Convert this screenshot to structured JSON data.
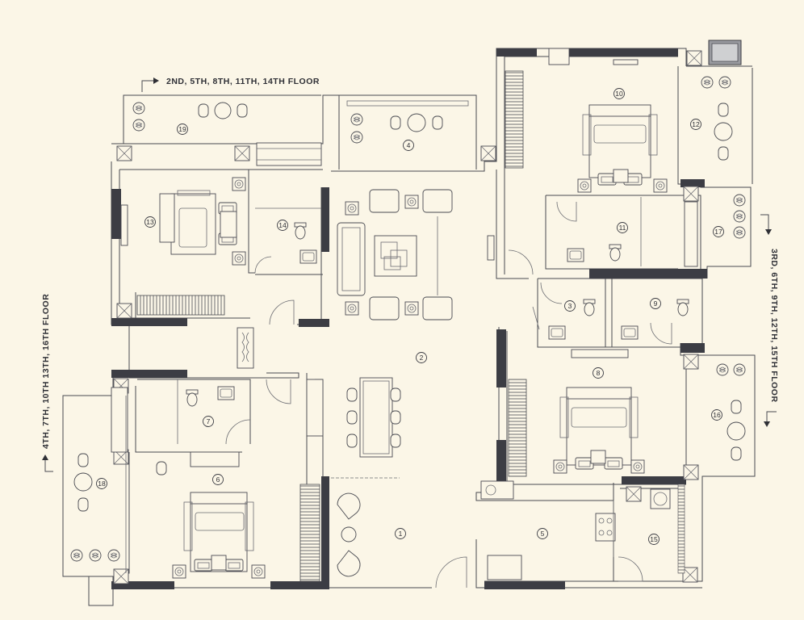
{
  "floor_labels": {
    "top": "2ND, 5TH, 8TH, 11TH, 14TH  FLOOR",
    "left": "4TH, 7TH, 10TH 13TH, 16TH  FLOOR",
    "right": "3RD, 6TH, 9TH, 12TH, 15TH  FLOOR"
  },
  "rooms": [
    "1",
    "2",
    "3",
    "4",
    "5",
    "6",
    "7",
    "8",
    "9",
    "10",
    "11",
    "12",
    "13",
    "14",
    "15",
    "16",
    "17",
    "18",
    "19"
  ],
  "colors": {
    "background": "#fbf6e7",
    "wall": "#3c3d44",
    "line": "#4a4b52"
  },
  "icons": [
    "arrow-icon",
    "bed-icon",
    "sofa-icon",
    "dining-table-icon",
    "wc-icon",
    "washbasin-icon",
    "stove-icon",
    "planter-icon"
  ]
}
